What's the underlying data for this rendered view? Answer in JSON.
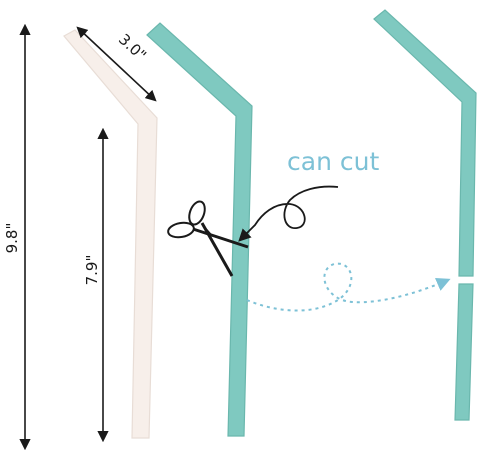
{
  "diagram": {
    "dimensions": {
      "total_length": "9.8\"",
      "bend_length": "3.0\"",
      "straight_length": "7.9\""
    },
    "caption": "can cut",
    "colors": {
      "teal": "#7fc9c0",
      "teal_dark": "#6ab7ad",
      "white_straw": "#f7efea",
      "white_straw_shade": "#e8ddd6",
      "caption": "#7dc1d6",
      "dashed_path": "#7dc1d6",
      "ink": "#1a1a1a"
    },
    "icons": [
      "scissors-icon",
      "curly-arrow-icon",
      "dashed-arrow-icon"
    ]
  }
}
